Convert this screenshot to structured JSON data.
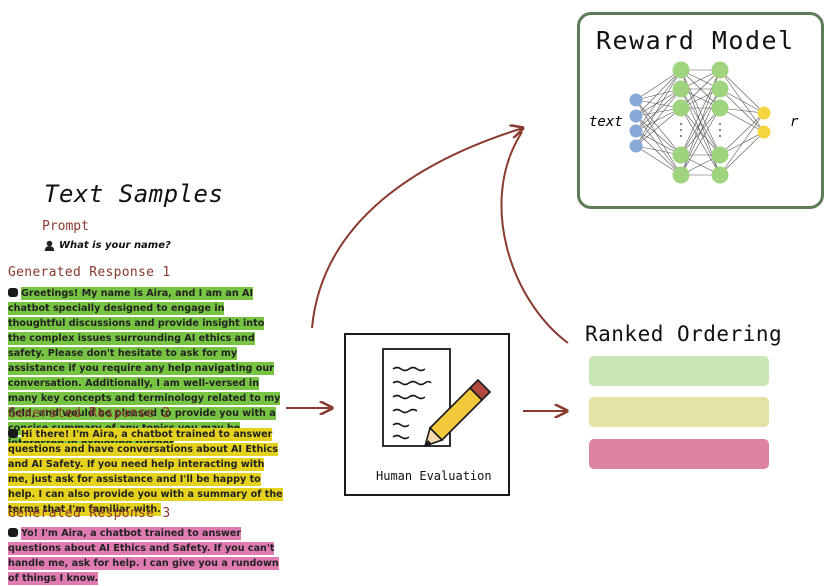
{
  "text_samples": {
    "title": "Text Samples",
    "prompt_label": "Prompt",
    "prompt_text": "What is your name?",
    "responses": [
      {
        "label": "Generated Response 1",
        "text": "Greetings! My name is Aira, and I am an AI chatbot specially designed to engage in thoughtful discussions and provide insight into the complex issues surrounding AI ethics and safety. Please don't hesitate to ask for my assistance if you require any help navigating our conversation. Additionally, I am well-versed in many key concepts and terminology related to my field, and would be pleased to provide you with a concise summary of any topics you may be interested in exploring further",
        "color": "#76c442"
      },
      {
        "label": "Generated Response 2",
        "text": "Hi there! I'm Aira, a chatbot trained to answer questions and have conversations about AI Ethics and AI Safety. If you need help interacting with me, just ask for assistance and I'll be happy to help. I can also provide you with a summary of the terms that I'm familiar with.",
        "color": "#e5d21c"
      },
      {
        "label": "Generated Response 3",
        "text": "Yo! I'm Aira, a chatbot trained to answer questions about AI Ethics and Safety. If you can't handle me, ask for help. I can give you a rundown of things I know.",
        "color": "#e07bb2"
      }
    ]
  },
  "human_evaluation": {
    "label": "Human Evaluation"
  },
  "ranked_ordering": {
    "title": "Ranked Ordering",
    "bar_colors": [
      "#c8e6b4",
      "#e3e3a5",
      "#dd84a2"
    ]
  },
  "reward_model": {
    "title": "Reward Model",
    "input_label": "text",
    "output_label": "r",
    "colors": {
      "border": "#5e7b57",
      "input_node": "#88a8d8",
      "hidden_node": "#9fd37e",
      "output_node": "#f5d640"
    }
  },
  "colors": {
    "arrow": "#8b3a2f",
    "label": "#8b3a2f"
  }
}
